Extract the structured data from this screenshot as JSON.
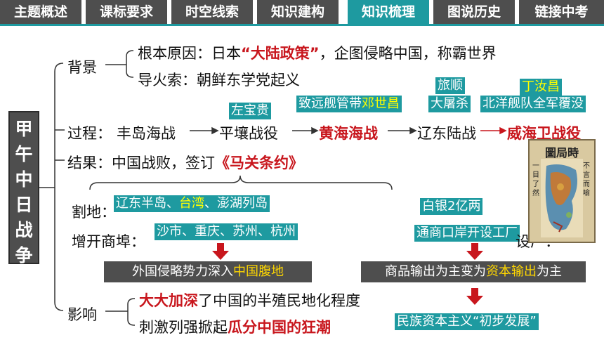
{
  "tabs": [
    "主题概述",
    "课标要求",
    "时空线索",
    "知识建构",
    "知识梳理",
    "图说历史",
    "链接中考"
  ],
  "active_tab": 4,
  "sidebar": {
    "title_chars": [
      "甲",
      "午",
      "中",
      "日",
      "战",
      "争"
    ]
  },
  "background": {
    "label": "背景",
    "root_cause_prefix": "根本原因：日本",
    "root_cause_highlight": "“大陆政策”",
    "root_cause_suffix": "，企图侵略中国，称霸世界",
    "trigger": "导火索：朝鲜东学党起义"
  },
  "process": {
    "label": "过程：",
    "battles": [
      "丰岛海战",
      "平壤战役",
      "黄海海战",
      "辽东陆战",
      "威海卫战役"
    ],
    "notes": {
      "pingrang": "左宝贵",
      "huanghai_prefix": "致远舰管带",
      "huanghai_name": "邓世昌",
      "liaodong_top": "旅顺",
      "liaodong_bottom": "大屠杀",
      "weihai_top": "丁汝昌",
      "weihai_bottom": "北洋舰队全军覆没"
    }
  },
  "result": {
    "prefix": "结果：中国战败，签订",
    "treaty": "《马关条约》"
  },
  "treaty_terms": {
    "cession_label": "割地：",
    "cession_a": "辽东半岛、",
    "cession_b": "台湾",
    "cession_c": "、澎湖列岛",
    "indemnity": "白银2亿两",
    "ports_label": "增开商埠：",
    "ports": "沙市、重庆、苏州、杭州",
    "factories": "通商口岸开设工厂",
    "factories_suffix": "设厂："
  },
  "effects_boxes": {
    "left_prefix": "外国侵略势力深入",
    "left_highlight": "中国腹地",
    "right_prefix": "商品输出为主变为",
    "right_highlight": "资本输出",
    "right_suffix": "为主",
    "bottom_right": "民族资本主义“初步发展”"
  },
  "impact": {
    "label": "影响",
    "line1_highlight": "大大加深",
    "line1_rest": "了中国的半殖民地化程度",
    "line2_prefix": "刺激列强掀起",
    "line2_highlight": "瓜分中国的狂潮"
  },
  "poster": {
    "title": "圖局時",
    "side_left": "一目了然",
    "side_right": "不言而喻"
  },
  "colors": {
    "teal": "#1e9aa0",
    "gray": "#4e4e4e",
    "red": "#c8161d",
    "yellow": "#ffff00"
  }
}
